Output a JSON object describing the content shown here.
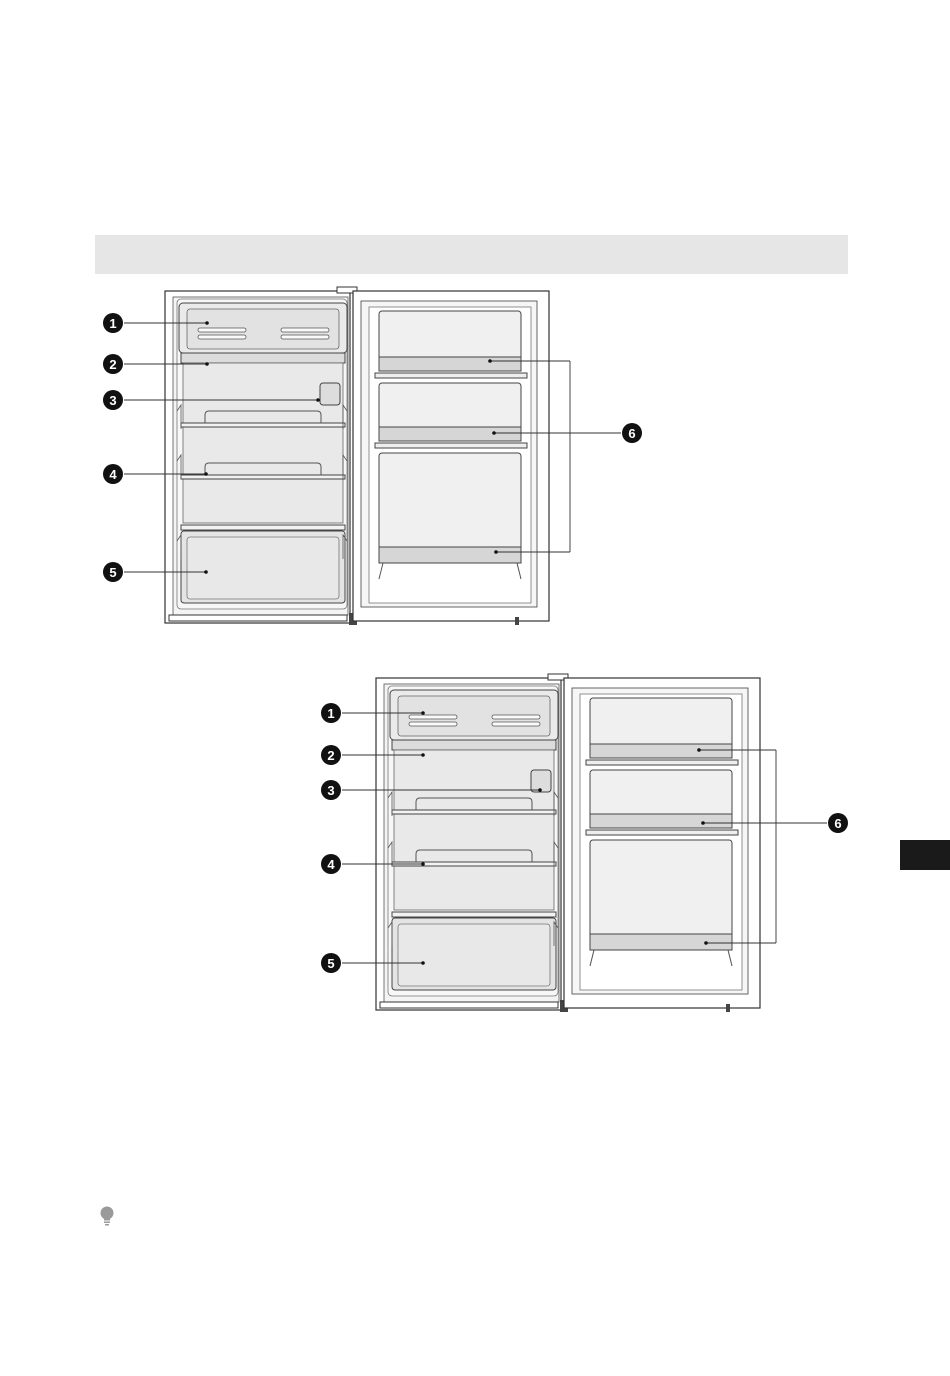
{
  "figures": [
    {
      "id": "top",
      "callouts": [
        "1",
        "2",
        "3",
        "4",
        "5",
        "6"
      ]
    },
    {
      "id": "bottom",
      "callouts": [
        "1",
        "2",
        "3",
        "4",
        "5",
        "6"
      ]
    }
  ],
  "icons": {
    "tip": "lightbulb-icon"
  },
  "colors": {
    "band": "#e6e6e6",
    "tab": "#1a1a1a",
    "line": "#333333",
    "fill": "#eeeeee"
  }
}
